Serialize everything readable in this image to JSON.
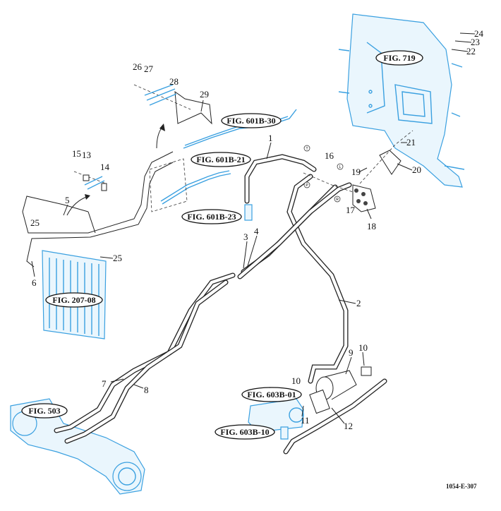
{
  "figure_refs": {
    "fig719": "FIG. 719",
    "fig601b30": "FIG. 601B-30",
    "fig601b21": "FIG. 601B-21",
    "fig601b23": "FIG. 601B-23",
    "fig20708": "FIG. 207-08",
    "fig503": "FIG. 503",
    "fig603b01": "FIG. 603B-01",
    "fig603b10": "FIG. 603B-10"
  },
  "callouts": {
    "c1": "1",
    "c2": "2",
    "c3": "3",
    "c4": "4",
    "c5": "5",
    "c6": "6",
    "c7": "7",
    "c8": "8",
    "c9": "9",
    "c10a": "10",
    "c10b": "10",
    "c11": "11",
    "c12": "12",
    "c13": "13",
    "c14": "14",
    "c15": "15",
    "c16": "16",
    "c17": "17",
    "c18": "18",
    "c19": "19",
    "c20": "20",
    "c21": "21",
    "c22": "22",
    "c23": "23",
    "c24": "24",
    "c25a": "25",
    "c25b": "25",
    "c26": "26",
    "c27": "27",
    "c28": "28",
    "c29": "29"
  },
  "port_marks": {
    "t": "T",
    "p": "P",
    "l": "L",
    "r": "R"
  },
  "drawing_code": "1054-E-307",
  "colors": {
    "reference_parts": "#3aa0e0",
    "lines": "#222222"
  }
}
